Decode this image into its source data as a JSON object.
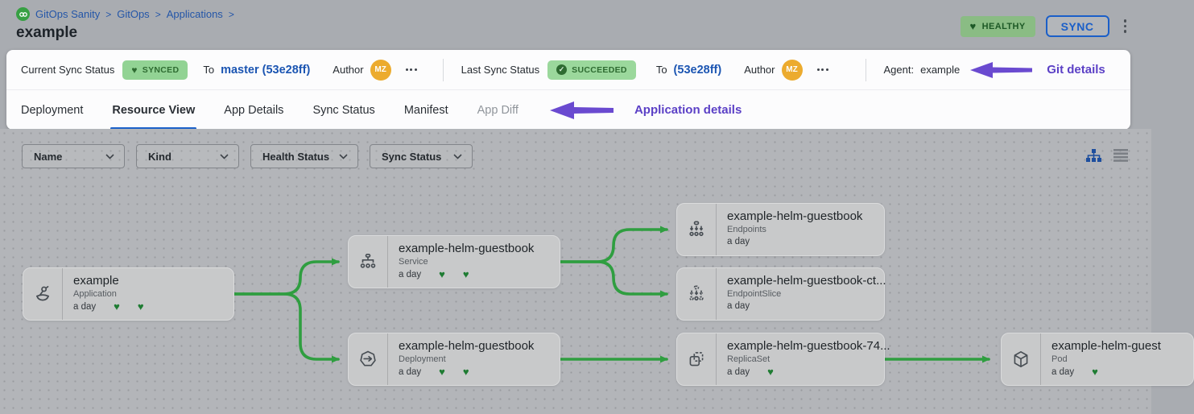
{
  "breadcrumb": {
    "logo": "gitops-logo",
    "separator": ">",
    "items": [
      "GitOps Sanity",
      "GitOps",
      "Applications"
    ]
  },
  "page_title": "example",
  "actions": {
    "health_badge": "HEALTHY",
    "sync_label": "SYNC"
  },
  "status_bar": {
    "current_sync": {
      "label": "Current Sync Status",
      "badge": "SYNCED",
      "to": "To",
      "revision": "master (53e28ff)",
      "author_label": "Author",
      "author_initials": "MZ"
    },
    "last_sync": {
      "label": "Last Sync Status",
      "badge": "SUCCEEDED",
      "check": "✓",
      "to": "To",
      "revision": "(53e28ff)",
      "author_label": "Author",
      "author_initials": "MZ"
    },
    "agent_label": "Agent:",
    "agent_value": "example"
  },
  "annotations": {
    "git_details": "Git details",
    "app_details": "Application details"
  },
  "tabs": [
    {
      "label": "Deployment"
    },
    {
      "label": "Resource View"
    },
    {
      "label": "App Details"
    },
    {
      "label": "Sync Status"
    },
    {
      "label": "Manifest"
    },
    {
      "label": "App Diff"
    }
  ],
  "active_tab": "Resource View",
  "filters": {
    "name": "Name",
    "kind": "Kind",
    "health_status": "Health Status",
    "sync_status": "Sync Status"
  },
  "graph": {
    "nodes": [
      {
        "icon": "application-icon",
        "title": "example",
        "kind": "Application",
        "age": "a day",
        "hearts": [
          "♥",
          "♥"
        ]
      },
      {
        "icon": "service-icon",
        "title": "example-helm-guestbook",
        "kind": "Service",
        "age": "a day",
        "hearts": [
          "♥",
          "♥"
        ]
      },
      {
        "icon": "endpoints-icon",
        "title": "example-helm-guestbook",
        "kind": "Endpoints",
        "age": "a day",
        "hearts": []
      },
      {
        "icon": "endpointslice-icon",
        "title": "example-helm-guestbook-ct...",
        "kind": "EndpointSlice",
        "age": "a day",
        "hearts": []
      },
      {
        "icon": "deployment-icon",
        "title": "example-helm-guestbook",
        "kind": "Deployment",
        "age": "a day",
        "hearts": [
          "♥",
          "♥"
        ]
      },
      {
        "icon": "replicaset-icon",
        "title": "example-helm-guestbook-74...",
        "kind": "ReplicaSet",
        "age": "a day",
        "hearts": [
          "♥"
        ]
      },
      {
        "icon": "pod-icon",
        "title": "example-helm-guest",
        "kind": "Pod",
        "age": "a day",
        "hearts": [
          "♥"
        ]
      }
    ],
    "edges": [
      "example → example-helm-guestbook (Service)",
      "example → example-helm-guestbook (Deployment)",
      "Service → Endpoints",
      "Service → EndpointSlice",
      "Deployment → ReplicaSet",
      "ReplicaSet → Pod"
    ]
  },
  "colors": {
    "edge_green": "#2f9e40",
    "heart_green": "#1f7c33",
    "accent_blue": "#1b5fc8",
    "link_blue": "#2456a8",
    "annotation_purple": "#6a4ad0",
    "healthy_badge_bg": "#8abc84",
    "synced_badge_bg": "#92d394",
    "succeeded_badge_bg": "#9bd89c",
    "avatar_bg": "#ecab2e",
    "canvas_bg": "#b3b5b9"
  }
}
